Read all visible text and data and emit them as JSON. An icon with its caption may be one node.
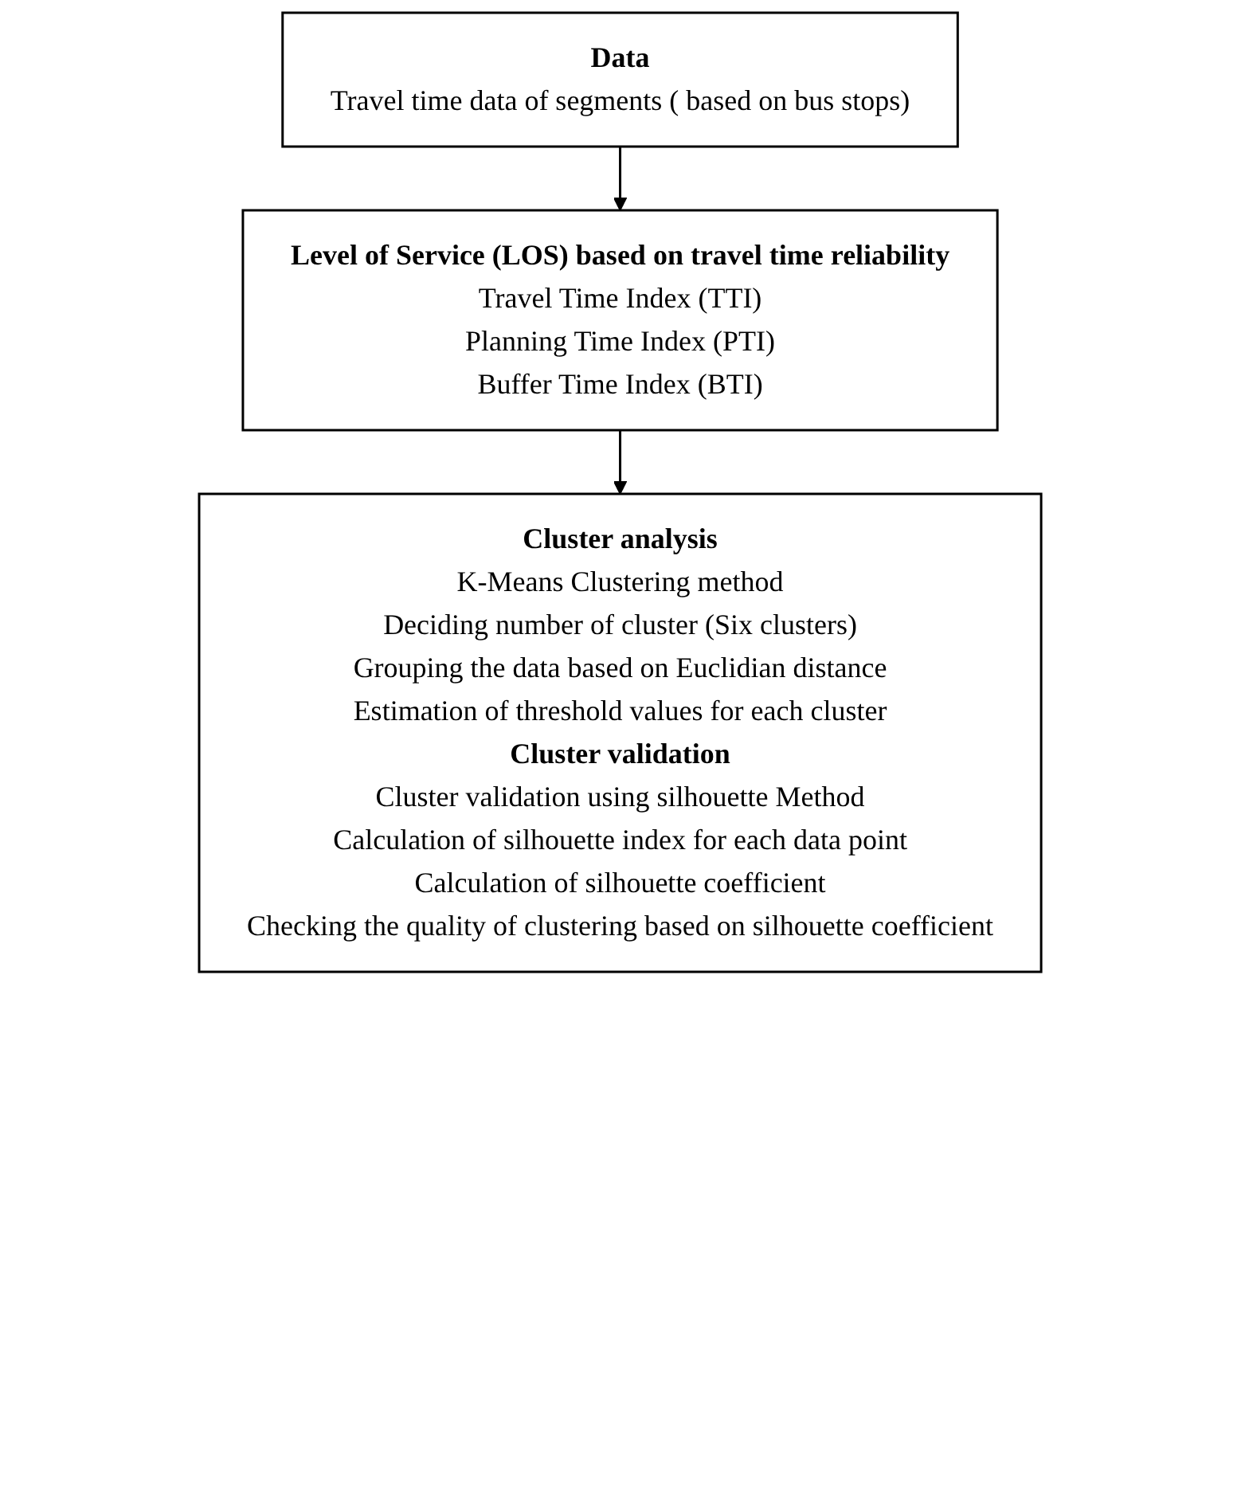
{
  "diagram": {
    "nodes": [
      {
        "text": [
          "Data",
          "Travel time data of segments ( based on bus stops)"
        ]
      },
      {
        "text": [
          "Level of Service (LOS) based on travel time reliability",
          "Travel Time Index (TTI)",
          "Planning Time Index (PTI)",
          "Buffer Time Index (BTI)"
        ]
      },
      {
        "text": [
          "Cluster analysis",
          "K-Means Clustering method",
          "Deciding number of cluster (Six clusters)",
          "Grouping the data based on Euclidian distance",
          "Estimation of threshold values for each cluster",
          "Cluster validation",
          "Cluster validation using silhouette Method",
          "Calculation of silhouette index for each data point",
          "Calculation of silhouette coefficient",
          "Checking the quality of clustering based on silhouette coefficient"
        ]
      }
    ],
    "edges": [
      {
        "from": 0,
        "to": 1,
        "arrow": "to"
      },
      {
        "from": 1,
        "to": 2,
        "arrow": "to"
      }
    ]
  }
}
